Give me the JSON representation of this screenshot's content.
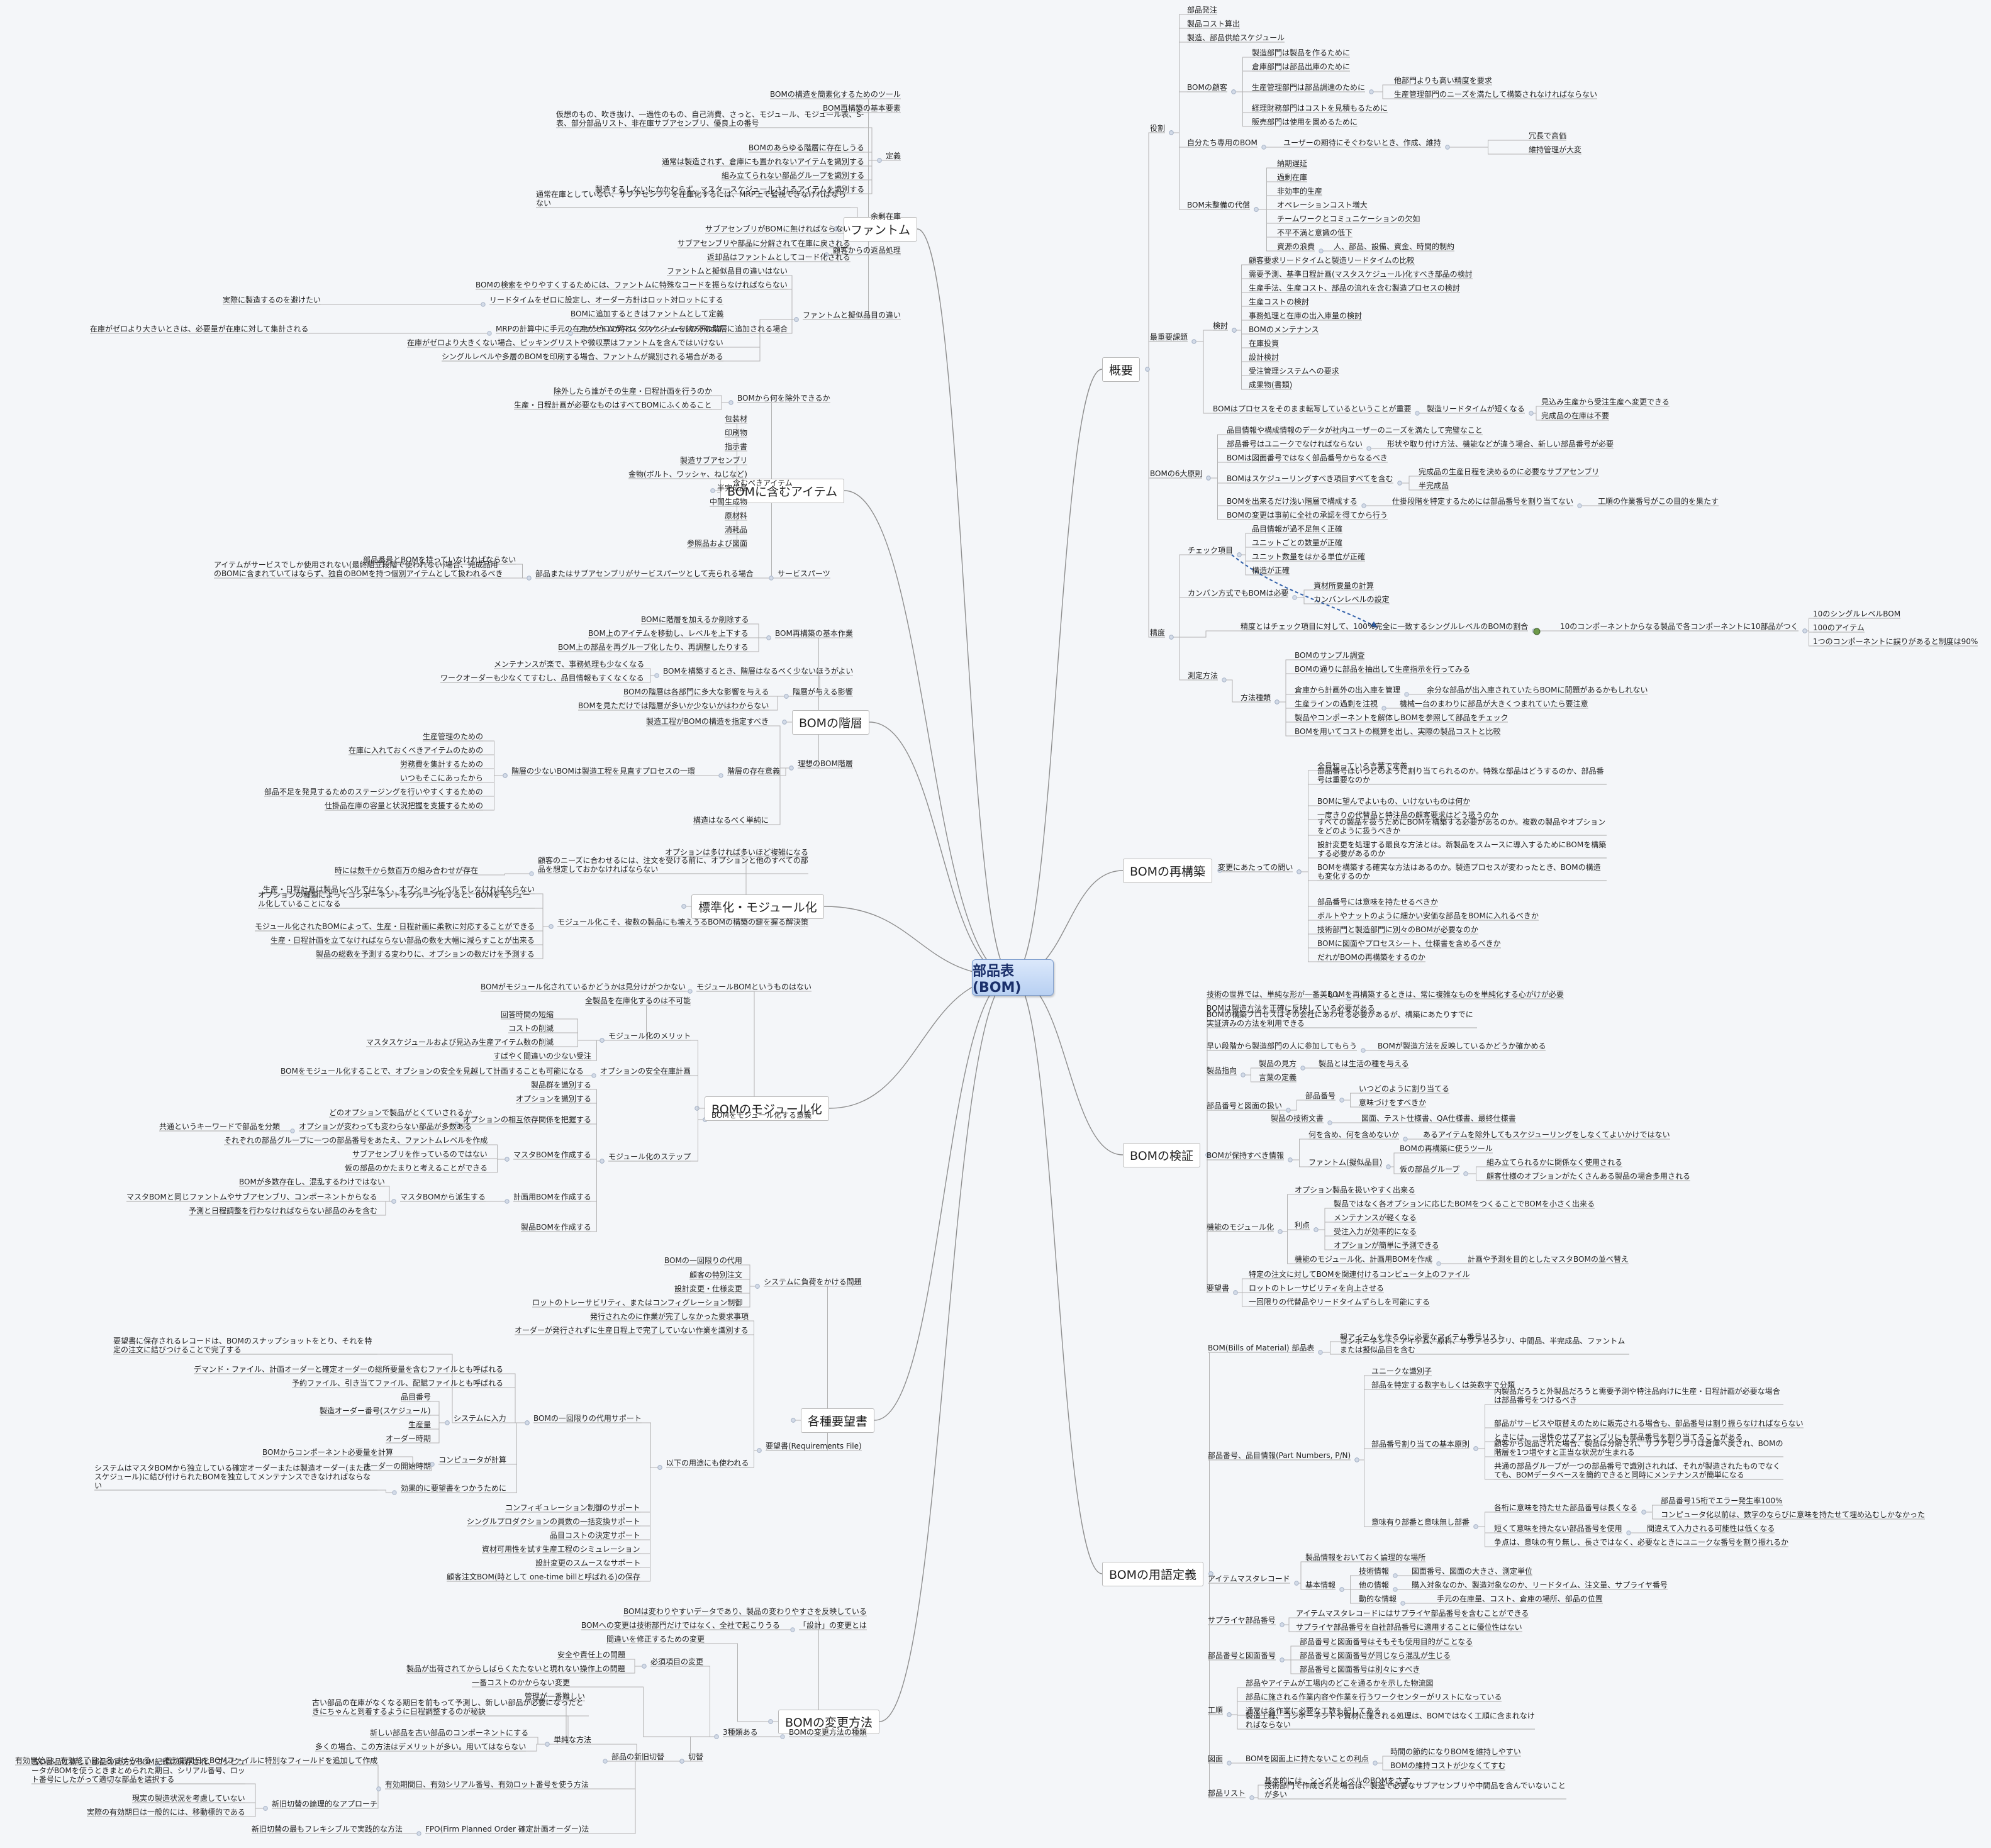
{
  "root": "部品表(BOM)",
  "branches": [
    {
      "id": "overview",
      "label": "概要"
    },
    {
      "id": "rebuild",
      "label": "BOMの再構築"
    },
    {
      "id": "verify",
      "label": "BOMの検証"
    },
    {
      "id": "terms",
      "label": "BOMの用語定義"
    },
    {
      "id": "phantom",
      "label": "ファントム"
    },
    {
      "id": "items",
      "label": "BOMに含むアイテム"
    },
    {
      "id": "levels",
      "label": "BOMの階層"
    },
    {
      "id": "standard",
      "label": "標準化・モジュール化"
    },
    {
      "id": "modular",
      "label": "BOMのモジュール化"
    },
    {
      "id": "requests",
      "label": "各種要望書"
    },
    {
      "id": "change",
      "label": "BOMの変更方法"
    }
  ],
  "nodes": {
    "ov01": "部品発注",
    "ov02": "製品コスト算出",
    "ov03": "製造、部品供給スケジュール",
    "ov04": "役割",
    "ov05": "製造部門は製品を作るために",
    "ov06": "倉庫部門は部品出庫のために",
    "ov07": "生産管理部門は部品調達のために",
    "ov08": "他部門よりも高い精度を要求",
    "ov09": "生産管理部門のニーズを満たして構築されなければならない",
    "ov10": "経理財務部門はコストを見積もるために",
    "ov11": "販売部門は使用を固めるために",
    "ov12": "BOMの顧客",
    "ov13": "自分たち専用のBOM",
    "ov14": "ユーザーの期待にそぐわないとき、作成、維持",
    "ov15": "冗長で高価",
    "ov16": "維持管理が大変",
    "ov17": "BOM未整備の代償",
    "ov18": "納期遅延",
    "ov19": "過剰在庫",
    "ov20": "非効率的生産",
    "ov21": "オペレーションコスト増大",
    "ov22": "チームワークとコミュニケーションの欠如",
    "ov23": "不平不満と意識の低下",
    "ov24": "資源の浪費",
    "ov25": "人、部品、設備、資金、時間的制約",
    "ov26": "最重要課題",
    "ov27": "検討",
    "ov28": "顧客要求リードタイムと製造リードタイムの比較",
    "ov29": "需要予測、基準日程計画(マスタスケジュール)化すべき部品の検討",
    "ov30": "生産手法、生産コスト、部品の流れを含む製造プロセスの検討",
    "ov31": "生産コストの検討",
    "ov32": "事務処理と在庫の出入庫量の検討",
    "ov33": "BOMのメンテナンス",
    "ov34": "在庫投資",
    "ov35": "設計検討",
    "ov36": "受注管理システムへの要求",
    "ov37": "成果物(書類)",
    "ov38": "BOMはプロセスをそのまま転写しているということが重要",
    "ov39": "製造リードタイムが短くなる",
    "ov40": "見込み生産から受注生産へ変更できる",
    "ov41": "完成品の在庫は不要",
    "ov42": "BOMの6大原則",
    "ov43": "品目情報や構成情報のデータが社内ユーザーのニーズを満たして完璧なこと",
    "ov44": "部品番号はユニークでなければならない",
    "ov45": "形状や取り付け方法、機能などが違う場合、新しい部品番号が必要",
    "ov46": "BOMは図面番号ではなく部品番号からなるべき",
    "ov47": "BOMはスケジューリングすべき項目すべてを含む",
    "ov48": "完成品の生産日程を決めるのに必要なサブアセンブリ",
    "ov49": "半完成品",
    "ov50": "BOMを出来るだけ浅い階層で構成する",
    "ov51": "仕掛段階を特定するためには部品番号を割り当てない",
    "ov52": "工順の作業番号がこの目的を果たす",
    "ov53": "BOMの変更は事前に全社の承認を得てから行う",
    "ov54": "チェック項目",
    "ov55": "品目情報が過不足無く正確",
    "ov56": "ユニットごとの数量が正確",
    "ov57": "ユニット数量をはかる単位が正確",
    "ov58": "構造が正確",
    "ov59": "カンバン方式でもBOMは必要",
    "ov60": "資材所要量の計算",
    "ov61": "カンバンレベルの設定",
    "ov62": "精度",
    "ov63": "精度とはチェック項目に対して、100%完全に一致するシングルレベルのBOMの割合",
    "ov64": "10のコンポーネントからなる製品で各コンポーネントに10部品がつく",
    "ov65": "10のシングルレベルBOM",
    "ov66": "100のアイテム",
    "ov67": "1つのコンポーネントに誤りがあると制度は90%",
    "ov68": "測定方法",
    "ov69": "方法種類",
    "ov70": "BOMのサンプル調査",
    "ov71": "BOMの通りに部品を抽出して生産指示を行ってみる",
    "ov72": "倉庫から計画外の出入庫を管理",
    "ov73": "余分な部品が出入庫されていたらBOMに問題があるかもしれない",
    "ov74": "生産ラインの過剰を注視",
    "ov75": "機械一台のまわりに部品が大きくつまれていたら要注意",
    "ov76": "製品やコンポーネントを解体しBOMを参照して部品をチェック",
    "ov77": "BOMを用いてコストの概算を出し、実際の製品コストと比較",
    "rb01": "変更にあたっての問い",
    "rb02": "全員知っている言葉で定義",
    "rb03": "部品番号はいつどのように割り当てられるのか。特殊な部品はどうするのか、部品番号は重要なのか",
    "rb04": "BOMに望んでよいもの、いけないものは何か",
    "rb05": "一度きりの代替品と特注品の顧客要求はどう扱うのか",
    "rb06": "すべての製品を扱うためにBOMを構築する必要があるのか。複数の製品やオプションをどのように扱うべきか",
    "rb07": "設計変更を処理する最良な方法とは。新製品をスムースに導入するためにBOMを構築する必要があるのか",
    "rb08": "BOMを構築する確実な方法はあるのか。製造プロセスが変わったとき、BOMの構造も変化するのか",
    "rb09": "部品番号には意味を持たせるべきか",
    "rb10": "ボルトやナットのように細かい安価な部品をBOMに入れるべきか",
    "rb11": "技術部門と製造部門に別々のBOMが必要なのか",
    "rb12": "BOMに図面やプロセスシート、仕様書を含めるべきか",
    "rb13": "だれがBOMの再構築をするのか",
    "vf01": "技術の世界では、単純な形が一番美しい",
    "vf02": "BOMを再構築するときは、常に複雑なものを単純化する心がけが必要",
    "vf03": "BOMは製造方法を正確に反映している必要がある",
    "vf04": "BOMの構築プロセスはその会社にあわせる必要があるが、構築にあたりすでに実証済みの方法を利用できる",
    "vf05": "早い段階から製造部門の人に参加してもらう",
    "vf06": "BOMが製造方法を反映しているかどうか確かめる",
    "vf07": "製品指向",
    "vf08": "製品の見方",
    "vf09": "製品とは生活の種を与える",
    "vf10": "言葉の定義",
    "vf11": "部品番号と図面の扱い",
    "vf12": "部品番号",
    "vf13": "いつどのように割り当てる",
    "vf14": "意味づけをすべきか",
    "vf15": "製品の技術文書",
    "vf16": "図面、テスト仕様書、QA仕様書、最終仕様書",
    "vf17": "BOMが保持すべき情報",
    "vf18": "何を含め、何を含めないか",
    "vf19": "あるアイテムを除外してもスケジューリングをしなくてよいかけではない",
    "vf20": "ファントム(擬似品目)",
    "vf21": "BOMの再構築に使うツール",
    "vf22": "仮の部品グループ",
    "vf23": "組み立てられるかに関係なく使用される",
    "vf24": "顧客仕様のオプションがたくさんある製品の場合多用される",
    "vf25": "機能のモジュール化",
    "vf26": "オプション製品を扱いやすく出来る",
    "vf27": "利点",
    "vf28": "製品ではなく各オプションに応じたBOMをつくることでBOMを小さく出来る",
    "vf29": "メンテナンスが軽くなる",
    "vf30": "受注入力が効率的になる",
    "vf31": "オプションが簡単に予測できる",
    "vf32": "機能のモジュール化、計画用BOMを作成",
    "vf33": "計画や予測を目的としたマスタBOMの並べ替え",
    "vf34": "要望書",
    "vf35": "特定の注文に対してBOMを関連付けるコンピュータ上のファイル",
    "vf36": "ロットのトレーサビリティを向上させる",
    "vf37": "一回限りの代替品やリードタイムずらしを可能にする",
    "tm01": "BOM(Bills of Material) 部品表",
    "tm02": "親アイテムを作るのに必要なアイテム番号リスト",
    "tm03": "コンポーネント、アイテム、原料、サブアセンブリ、中間品、半完成品、ファントムまたは擬似品目を含む",
    "tm04": "部品番号、品目情報(Part Numbers, P/N)",
    "tm05": "ユニークな識別子",
    "tm06": "部品を特定する数字もしくは英数字で分類",
    "tm07": "部品番号割り当ての基本原則",
    "tm08": "内製品だろうと外製品だろうと需要予測や特注品向けに生産・日程計画が必要な場合は部品番号をつけるべき",
    "tm09": "部品がサービスや取替えのために販売される場合も、部品番号は割り振らなければならない",
    "tm10": "ときには、一過性のサブアセンブリにも部品番号を割り当てることがある",
    "tm11": "顧客から返品された場合、製品は分解され、サブアセンブリは倉庫へ戻され、BOMの階層を1つ増やすと正当な状況が生まれる",
    "tm12": "共通の部品グループが一つの部品番号で識別されれば、それが製造されたものでなくても、BOMデータベースを簡約できると同時にメンテナンスが簡単になる",
    "tm13": "意味有り部番と意味無し部番",
    "tm14": "各桁に意味を持たせた部品番号は長くなる",
    "tm15": "部品番号15桁でエラー発生率100%",
    "tm16": "コンピュータ化以前は、数字のならびに意味を持たせて埋め込むしかなかった",
    "tm17": "短くて意味を持たない部品番号を使用",
    "tm18": "間違えて入力される可能性は低くなる",
    "tm19": "争点は、意味の有り無し、長さではなく、必要なときにユニークな番号を割り振れるか",
    "tm20": "アイテムマスタレコード",
    "tm21": "製品情報をおいておく論理的な場所",
    "tm22": "基本情報",
    "tm23": "技術情報",
    "tm24": "図面番号、図面の大きさ、測定単位",
    "tm25": "他の情報",
    "tm26": "購入対象なのか、製造対象なのか、リードタイム、注文量、サプライヤ番号",
    "tm27": "動的な情報",
    "tm28": "手元の在庫量、コスト、倉庫の場所、部品の位置",
    "tm29": "サプライヤ部品番号",
    "tm30": "アイテムマスタレコードにはサプライヤ部品番号を含むことができる",
    "tm31": "サプライヤ部品番号を自社部品番号に適用することに優位性はない",
    "tm32": "部品番号と図面番号",
    "tm33": "部品番号と図面番号はそもそも使用目的がことなる",
    "tm34": "部品番号と図面番号が同じなら混乱が生じる",
    "tm35": "部品番号と図面番号は別々にすべき",
    "tm36": "工順",
    "tm37": "部品やアイテムが工場内のどこを通るかを示した物流図",
    "tm38": "部品に施される作業内容や作業を行うワークセンターがリストになっている",
    "tm39": "通常は各作業に必要な工数も記してある",
    "tm40": "製造工程、コンポーネントや資材に施される処理は、BOMではなく工順に含まれなければならない",
    "tm41": "図面",
    "tm42": "BOMを図面上に持たないことの利点",
    "tm43": "時間の節約になりBOMを維持しやすい",
    "tm44": "BOMの維持コストが少なくてすむ",
    "tm45": "部品リスト",
    "tm46": "基本的には、シングルレベルのBOMをさす",
    "tm47": "技術部門で作成された場合は、製造で必要なサブアセンブリや中間品を含んでいないことが多い",
    "ph01": "BOMの構造を簡素化するためのツール",
    "ph02": "BOM再構築の基本要素",
    "ph03": "仮想のもの、吹き抜け、一過性のもの、自己消費、さっと、モジュール、モジュール表、S-表、部分部品リスト、非在庫サブアセンブリ、優良上の番号",
    "ph04": "定義",
    "ph05": "BOMのあらゆる階層に存在しうる",
    "ph06": "通常は製造されず、倉庫にも置かれないアイテムを識別する",
    "ph07": "組み立てられない部品グループを識別する",
    "ph08": "製造するしないにかかわらず、マスタースケジュールされるアイテムを識別する",
    "ph09": "余剰在庫",
    "ph10": "通常在庫としていない、サブアセンブリを在庫化するには、MRP上で監視できなければならない",
    "ph11": "サブアセンブリがBOMに無ければならない",
    "ph12": "顧客からの返品処理",
    "ph13": "サブアセンブリや部品に分解されて在庫に戻される",
    "ph14": "返却品はファントムとしてコード化される",
    "ph15": "ファントムと擬似品目の違い",
    "ph16": "ファントムと擬似品目の違いはない",
    "ph17": "BOMの検索をやりやすくするためには、ファントムに特殊なコードを振らなければならない",
    "ph18": "ファントムがマスタスケジュールの下の階層に追加される場合",
    "ph19": "リードタイムをゼロに設定し、オーダー方針はロット対ロットにする",
    "ph20": "実際に製造するのを避けたい",
    "ph21": "BOMに追加するときはファントムとして定義",
    "ph22": "MRPの計算中に手元の在庫がゼロの時は、ファントムを読み飛ばす",
    "ph23": "在庫がゼロより大きいときは、必要量が在庫に対して集計される",
    "ph24": "在庫がゼロより大きくない場合、ピッキングリストや微収票はファントムを含んではいけない",
    "ph25": "シングルレベルや多層のBOMを印刷する場合、ファントムが識別される場合がある",
    "it01": "BOMから何を除外できるか",
    "it02": "除外したら誰がその生産・日程計画を行うのか",
    "it03": "生産・日程計画が必要なものはすべてBOMにふくめること",
    "it04": "含むべきアイテム",
    "it05": "包装材",
    "it06": "印刷物",
    "it07": "指示書",
    "it08": "製造サブアセンブリ",
    "it09": "金物(ボルト、ワッシャ、ねじなど)",
    "it10": "半完成品",
    "it11": "中間生成物",
    "it12": "原材料",
    "it13": "消耗品",
    "it14": "参照品および図面",
    "it15": "サービスパーツ",
    "it16": "部品またはサブアセンブリがサービスパーツとして売られる場合",
    "it17": "部品番号とBOMを持っていなければならない",
    "it18": "アイテムがサービスでしか使用されない(最終組立段階で使われない)場合、完成品用のBOMに含まれていてはならず、独自のBOMを持つ個別アイテムとして扱われるべき",
    "lv01": "BOM再構築の基本作業",
    "lv02": "BOMに階層を加えるか削除する",
    "lv03": "BOM上のアイテムを移動し、レベルを上下する",
    "lv04": "BOM上の部品を再グループ化したり、再調整したりする",
    "lv05": "階層が与える影響",
    "lv06": "BOMを構築するとき、階層はなるべく少ないほうがよい",
    "lv07": "メンテナンスが楽で、事務処理も少なくなる",
    "lv08": "ワークオーダーも少なくてすむし、品目情報もすくなくなる",
    "lv09": "BOMの階層は各部門に多大な影響を与える",
    "lv10": "BOMを見ただけでは階層が多いか少ないかはわからない",
    "lv11": "理想のBOM階層",
    "lv12": "製造工程がBOMの構造を指定すべき",
    "lv13": "階層の存在意義",
    "lv14": "階層の少ないBOMは製造工程を見直すプロセスの一環",
    "lv15": "生産管理のための",
    "lv16": "在庫に入れておくべきアイテムのための",
    "lv17": "労務費を集計するための",
    "lv18": "いつもそこにあったから",
    "lv19": "部品不足を発見するためのステージングを行いやすくするための",
    "lv20": "仕掛品在庫の容量と状況把握を支援するための",
    "lv21": "構造はなるべく単純に",
    "st01": "オプションは多ければ多いほど複雑になる",
    "st02": "顧客のニーズに合わせるには、注文を受ける前に、オプションと他のすべての部品を想定しておかなければならない",
    "st03": "時には数千から数百万の組み合わせが存在",
    "st04": "モジュール化こそ、複数の製品にも壊えうるBOMの構築の鍵を握る解決策",
    "st05": "生産・日程計画は製品レベルではなく、オプションレベルでしなければならない",
    "st06": "オプションの種類によってコンポーネントをグループ化すると、BOMをモジュール化していることになる",
    "st07": "モジュール化されたBOMによって、生産・日程計画に柔軟に対応することができる",
    "st08": "生産・日程計画を立てなければならない部品の数を大幅に減らすことが出来る",
    "st09": "製品の総数を予測する変わりに、オプションの数だけを予測する",
    "md01": "モジュールBOMというものはない",
    "md02": "BOMがモジュール化されているかどうかは見分けがつかない",
    "md03": "BOMをモジュール化する意義",
    "md04": "モジュール化のメリット",
    "md05": "全製品を在庫化するのは不可能",
    "md06": "回答時間の短縮",
    "md07": "コストの削減",
    "md08": "マスタスケジュールおよび見込み生産アイテム数の削減",
    "md09": "すばやく間違いの少ない受注",
    "md10": "オプションの安全在庫計画",
    "md11": "BOMをモジュール化することで、オプションの安全を見越して計画することも可能になる",
    "md12": "モジュール化のステップ",
    "md13": "製品群を識別する",
    "md14": "オプションを識別する",
    "md15": "オプションの相互依存関係を把握する",
    "md16": "どのオプションで製品がとくていされるか",
    "md17": "オプションが変わっても変わらない部品が多数ある",
    "md18": "共通というキーワードで部品を分類",
    "md19": "マスタBOMを作成する",
    "md20": "それぞれの部品グループに一つの部品番号をあたえ、ファントムレベルを作成",
    "md21": "サブアセンブリを作っているのではない",
    "md22": "仮の部品のかたまりと考えることができる",
    "md23": "計画用BOMを作成する",
    "md24": "マスタBOMから派生する",
    "md25": "BOMが多数存在し、混乱するわけではない",
    "md26": "マスタBOMと同じファントムやサブアセンブリ、コンポーネントからなる",
    "md27": "予測と日程調整を行わなければならない部品のみを含む",
    "md28": "製品BOMを作成する",
    "rq01": "システムに負荷をかける問題",
    "rq02": "BOMの一回限りの代用",
    "rq03": "顧客の特別注文",
    "rq04": "設計変更・仕様変更",
    "rq05": "ロットのトレーサビリティ、またはコンフィグレーション制御",
    "rq06": "要望書(Requirements File)",
    "rq07": "発行されたのに作業が完了しなかった要求事項",
    "rq08": "オーダーが発行されずに生産日程上で完了していない作業を識別する",
    "rq09": "以下の用途にも使われる",
    "rq10": "BOMの一回限りの代用サポート",
    "rq11": "要望書に保存されるレコードは、BOMのスナップショットをとり、それを特定の注文に結びつけることで完了する",
    "rq12": "デマンド・ファイル、計画オーダーと確定オーダーの総所要量を含むファイルとも呼ばれる",
    "rq13": "予約ファイル、引き当てファイル、配賦ファイルとも呼ばれる",
    "rq14": "システムに入力",
    "rq15": "品目番号",
    "rq16": "製造オーダー番号(スケジュール)",
    "rq17": "生産量",
    "rq18": "オーダー時期",
    "rq19": "コンピュータが計算",
    "rq20": "BOMからコンポーネント必要量を計算",
    "rq21": "オーダーの開始時期",
    "rq22": "効果的に要望書をつかうために",
    "rq23": "システムはマスタBOMから独立している確定オーダーまたは製造オーダー(またはスケジュール)に結び付けられたBOMを独立してメンテナンスできなければならない",
    "rq24": "コンフィギュレーション制御のサポート",
    "rq25": "シングルプロダクションの員数の一括変換サポート",
    "rq26": "品目コストの決定サポート",
    "rq27": "資材可用性を試す生産工程のシミュレーション",
    "rq28": "設計変更のスムースなサポート",
    "rq29": "顧客注文BOM(時として one-time billと呼ばれる)の保存",
    "ch01": "BOMは変わりやすいデータであり、製品の変わりやすさを反映している",
    "ch02": "「設計」の変更とは",
    "ch03": "BOMへの変更は技術部門だけではなく、全社で起こりうる",
    "ch04": "間違いを修正するための変更",
    "ch05": "BOMの変更方法の種類",
    "ch06": "3種類ある",
    "ch07": "必須項目の変更",
    "ch08": "安全や責任上の問題",
    "ch09": "製品が出荷されてからしばらくたたないと現れない操作上の問題",
    "ch10": "一番コストのかからない変更",
    "ch11": "部品の新旧切替",
    "ch12": "切替",
    "ch13": "単純な方法",
    "ch14": "管理が一番難しい",
    "ch15": "古い部品の在庫がなくなる期日を前もって予測し、新しい部品が必要になったときにちゃんと到着するように日程調整するのが秘訣",
    "ch16": "新しい部品を古い部品のコンポーネントにする",
    "ch17": "多くの場合、この方法はデメリットが多い。用いてはならない",
    "ch18": "有効期間日をBOMファイルに特別なフィールドを追加して作成",
    "ch19": "有効開始日、有効終了日と名づけられる",
    "ch20": "有効期間日、有効シリアル番号、有効ロット番号を使う方法",
    "ch21": "新旧切替の論理的なアプローチ",
    "ch22": "古い部品と新しい部品の両方がBOM記録に保存され、コンピュータがBOMを使うときまとめられた期日、シリアル番号、ロット番号にしたがって適切な部品を選択する",
    "ch23": "現実の製造状況を考慮していない",
    "ch24": "実際の有効期日は一般的には、移動標的である",
    "ch25": "FPO(Firm Planned Order 確定計画オーダー)法",
    "ch26": "新旧切替の最もフレキシブルで実践的な方法"
  }
}
